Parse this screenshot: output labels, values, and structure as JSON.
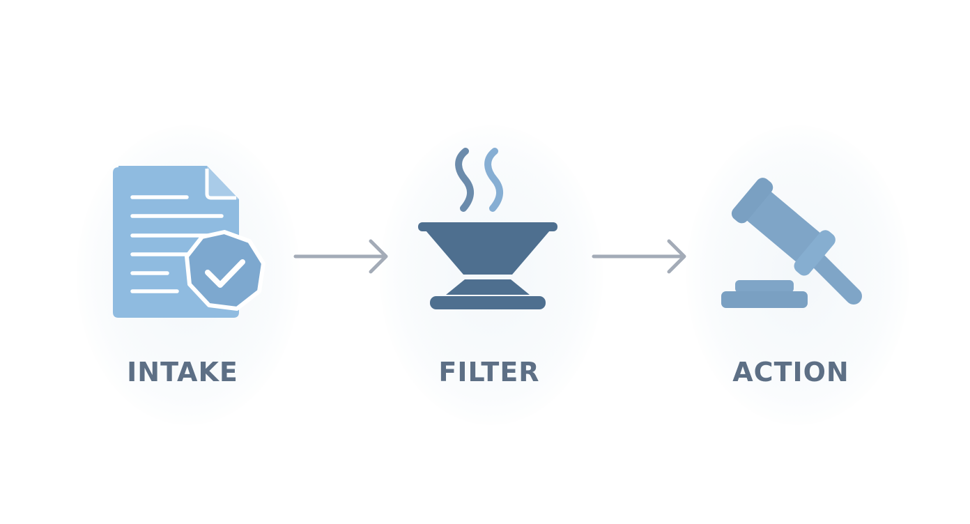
{
  "stages": [
    {
      "label": "INTAKE",
      "icon": "document-check-icon"
    },
    {
      "label": "FILTER",
      "icon": "steaming-filter-icon"
    },
    {
      "label": "ACTION",
      "icon": "gavel-icon"
    }
  ],
  "connectors": [
    "arrow-right-icon",
    "arrow-right-icon"
  ],
  "colors": {
    "document": "#8fbbe0",
    "document_lines": "#ffffff",
    "badge": "#7da8cf",
    "filter": "#4e6f8f",
    "steam": "#6b8bab",
    "steam_light": "#86aed3",
    "gavel": "#7fa5c7",
    "arrow": "#a3abb7",
    "label": "#5d6f85"
  }
}
